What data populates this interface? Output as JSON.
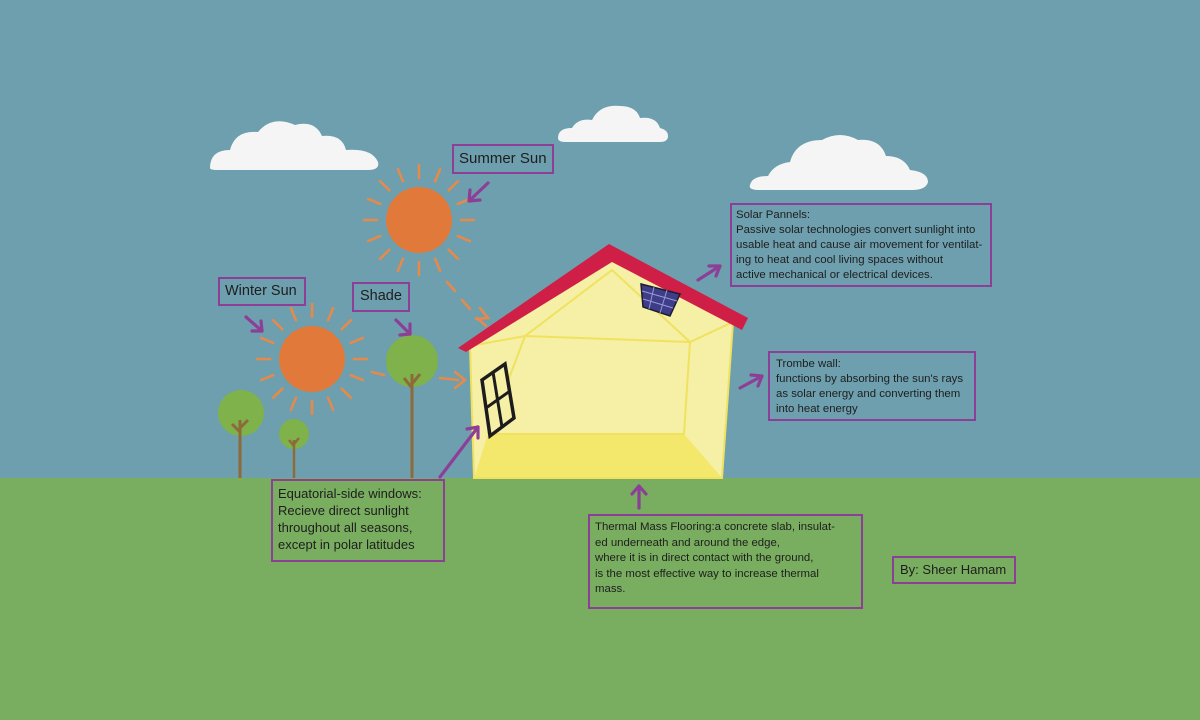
{
  "colors": {
    "sky": "#6e9fae",
    "ground": "#79ad60",
    "sun": "#e1793a",
    "sun_rays": "#e58a4a",
    "roof": "#cf1f47",
    "wall": "#f6efa6",
    "wall_lines": "#f0e25e",
    "floor": "#f3e76c",
    "solar_panel": "#3e3d8a",
    "window": "#1c1c1c",
    "tree_foliage": "#7fb24a",
    "tree_trunk": "#8c6a3a",
    "callout_border": "#8d3f97",
    "arrow": "#8d3f97",
    "cloud": "#f5f5f5"
  },
  "labels": {
    "summer_sun": "Summer Sun",
    "winter_sun": "Winter Sun",
    "shade": "Shade",
    "solar_panels": {
      "title": "Solar Pannels:",
      "body": "Passive solar technologies convert sunlight into\nusable heat and cause air movement for ventilat-\ning to heat and cool living spaces without\nactive mechanical or electrical devices."
    },
    "trombe_wall": {
      "title": "Trombe wall:",
      "body": " functions by absorbing the sun's rays\nas solar energy and converting them\ninto heat energy"
    },
    "windows": {
      "title": "Equatorial-side windows:",
      "body": " Recieve direct sunlight\nthroughout all seasons,\nexcept in polar latitudes"
    },
    "thermal_mass": {
      "title": "Thermal Mass Flooring:a concrete slab, insulat-",
      "body": "ed underneath and around the edge,\n where it is in direct contact with the ground,\nis the most effective way to increase thermal\nmass."
    },
    "author": "By: Sheer Hamam"
  },
  "icons": [
    "cloud-icon",
    "sun-icon",
    "tree-icon",
    "house-icon",
    "solar-panel-icon",
    "window-icon",
    "arrow-icon"
  ]
}
